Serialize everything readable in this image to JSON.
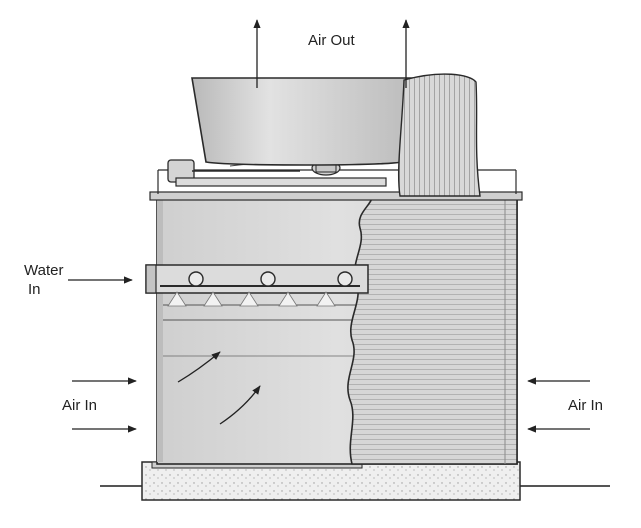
{
  "labels": {
    "air_out": "Air Out",
    "water_line1": "Water",
    "water_line2": "In",
    "air_in_left": "Air In",
    "air_in_right": "Air In"
  },
  "colors": {
    "outline": "#2a2a2a",
    "shell": "#d9d9d9",
    "shell_dark": "#bdbdbd",
    "fill_media": "#c8c8c8",
    "fan_stack": "#cfcfcf",
    "background": "#ffffff"
  }
}
